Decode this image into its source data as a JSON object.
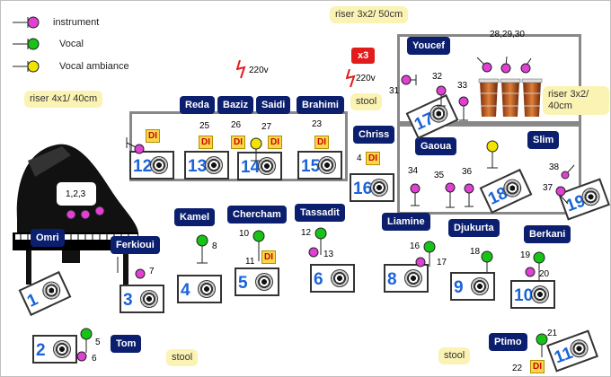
{
  "legend": {
    "instrument": "instrument",
    "vocal": "Vocal",
    "ambiance": "Vocal ambiance"
  },
  "notes": {
    "riser_top": "riser 3x2/ 50cm",
    "riser_left": "riser 4x1/ 40cm",
    "riser_right": "riser 3x2/ 40cm",
    "stool_top": "stool",
    "stool_tom": "stool",
    "stool_ptimo": "stool"
  },
  "badges": {
    "x3": "x3",
    "v220a": "220v",
    "v220b": "220v"
  },
  "names": {
    "youcef": "Youcef",
    "reda": "Reda",
    "baziz": "Baziz",
    "saidi": "Saidi",
    "brahimi": "Brahimi",
    "chriss": "Chriss",
    "gaoua": "Gaoua",
    "slim": "Slim",
    "kamel": "Kamel",
    "chercham": "Chercham",
    "tassadit": "Tassadit",
    "liamine": "Liamine",
    "djukurta": "Djukurta",
    "berkani": "Berkani",
    "omri": "Omri",
    "ferkioui": "Ferkioui",
    "tom": "Tom",
    "ptimo": "Ptimo"
  },
  "numbers": {
    "n282930": "28,29,30",
    "n31": "31",
    "n32": "32",
    "n33": "33",
    "n25": "25",
    "n26": "26",
    "n27": "27",
    "n23": "23",
    "n4": "4",
    "n123": "1,2,3",
    "n34": "34",
    "n35": "35",
    "n36": "36",
    "n37": "37",
    "n38": "38",
    "n8": "8",
    "n10": "10",
    "n11": "11",
    "n12": "12",
    "n13": "13",
    "n16": "16",
    "n17": "17",
    "n18": "18",
    "n19": "19",
    "n20": "20",
    "n7": "7",
    "n5": "5",
    "n6": "6",
    "n21": "21",
    "n22": "22"
  },
  "di": "DI",
  "monitors": [
    "1",
    "2",
    "3",
    "4",
    "5",
    "6",
    "8",
    "9",
    "10",
    "11",
    "12",
    "13",
    "14",
    "15",
    "16",
    "17",
    "18",
    "19"
  ]
}
